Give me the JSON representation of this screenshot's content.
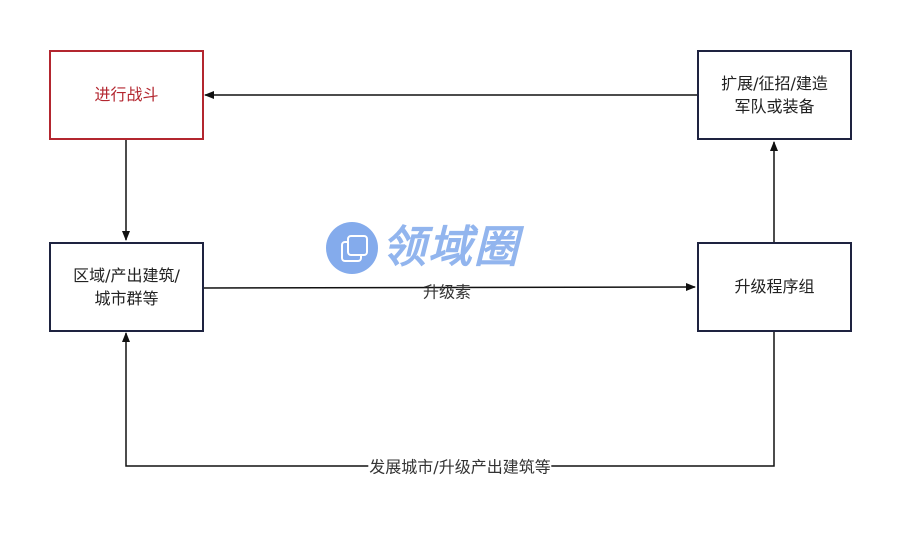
{
  "nodes": {
    "battle": "进行战斗",
    "region": [
      "区域/产出建筑/",
      "城市群等"
    ],
    "upgrade_group": "升级程序组",
    "expand": [
      "扩展/征招/建造",
      "军队或装备"
    ]
  },
  "edges": {
    "upgrade_material": "升级素",
    "develop_city": "发展城市/升级产出建筑等"
  },
  "watermark": "领域圈",
  "colors": {
    "battle_border": "#b3262f",
    "box_border": "#1e2340"
  }
}
